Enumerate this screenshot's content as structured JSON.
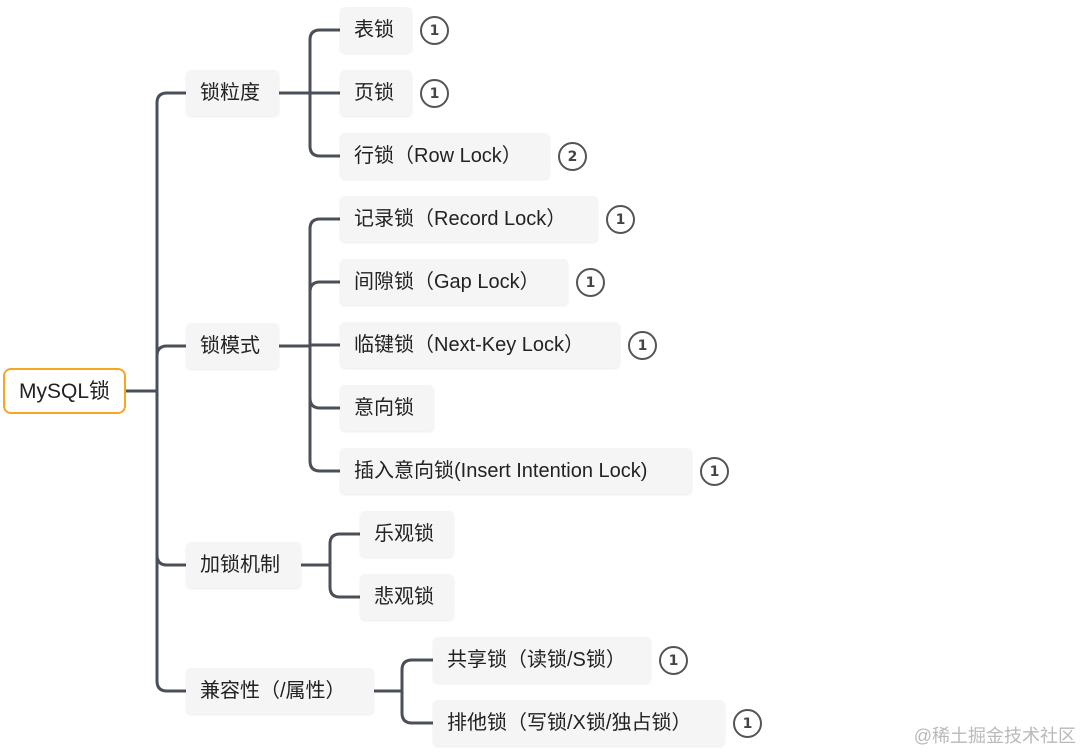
{
  "root": {
    "label": "MySQL锁"
  },
  "categories": [
    {
      "label": "锁粒度",
      "children": [
        {
          "label": "表锁",
          "badge": "1"
        },
        {
          "label": "页锁",
          "badge": "1"
        },
        {
          "label": "行锁（Row Lock）",
          "badge": "2"
        }
      ]
    },
    {
      "label": "锁模式",
      "children": [
        {
          "label": "记录锁（Record Lock）",
          "badge": "1"
        },
        {
          "label": "间隙锁（Gap Lock）",
          "badge": "1"
        },
        {
          "label": "临键锁（Next-Key Lock）",
          "badge": "1"
        },
        {
          "label": "意向锁",
          "badge": ""
        },
        {
          "label": "插入意向锁(Insert Intention Lock)",
          "badge": "1"
        }
      ]
    },
    {
      "label": "加锁机制",
      "children": [
        {
          "label": "乐观锁",
          "badge": ""
        },
        {
          "label": "悲观锁",
          "badge": ""
        }
      ]
    },
    {
      "label": "兼容性（/属性）",
      "children": [
        {
          "label": "共享锁（读锁/S锁）",
          "badge": "1"
        },
        {
          "label": "排他锁（写锁/X锁/独占锁）",
          "badge": "1"
        }
      ]
    }
  ],
  "watermark": "@稀土掘金技术社区",
  "colors": {
    "line": "#4b5058",
    "root_border": "#f5a623",
    "node_bg": "#f5f5f5"
  }
}
